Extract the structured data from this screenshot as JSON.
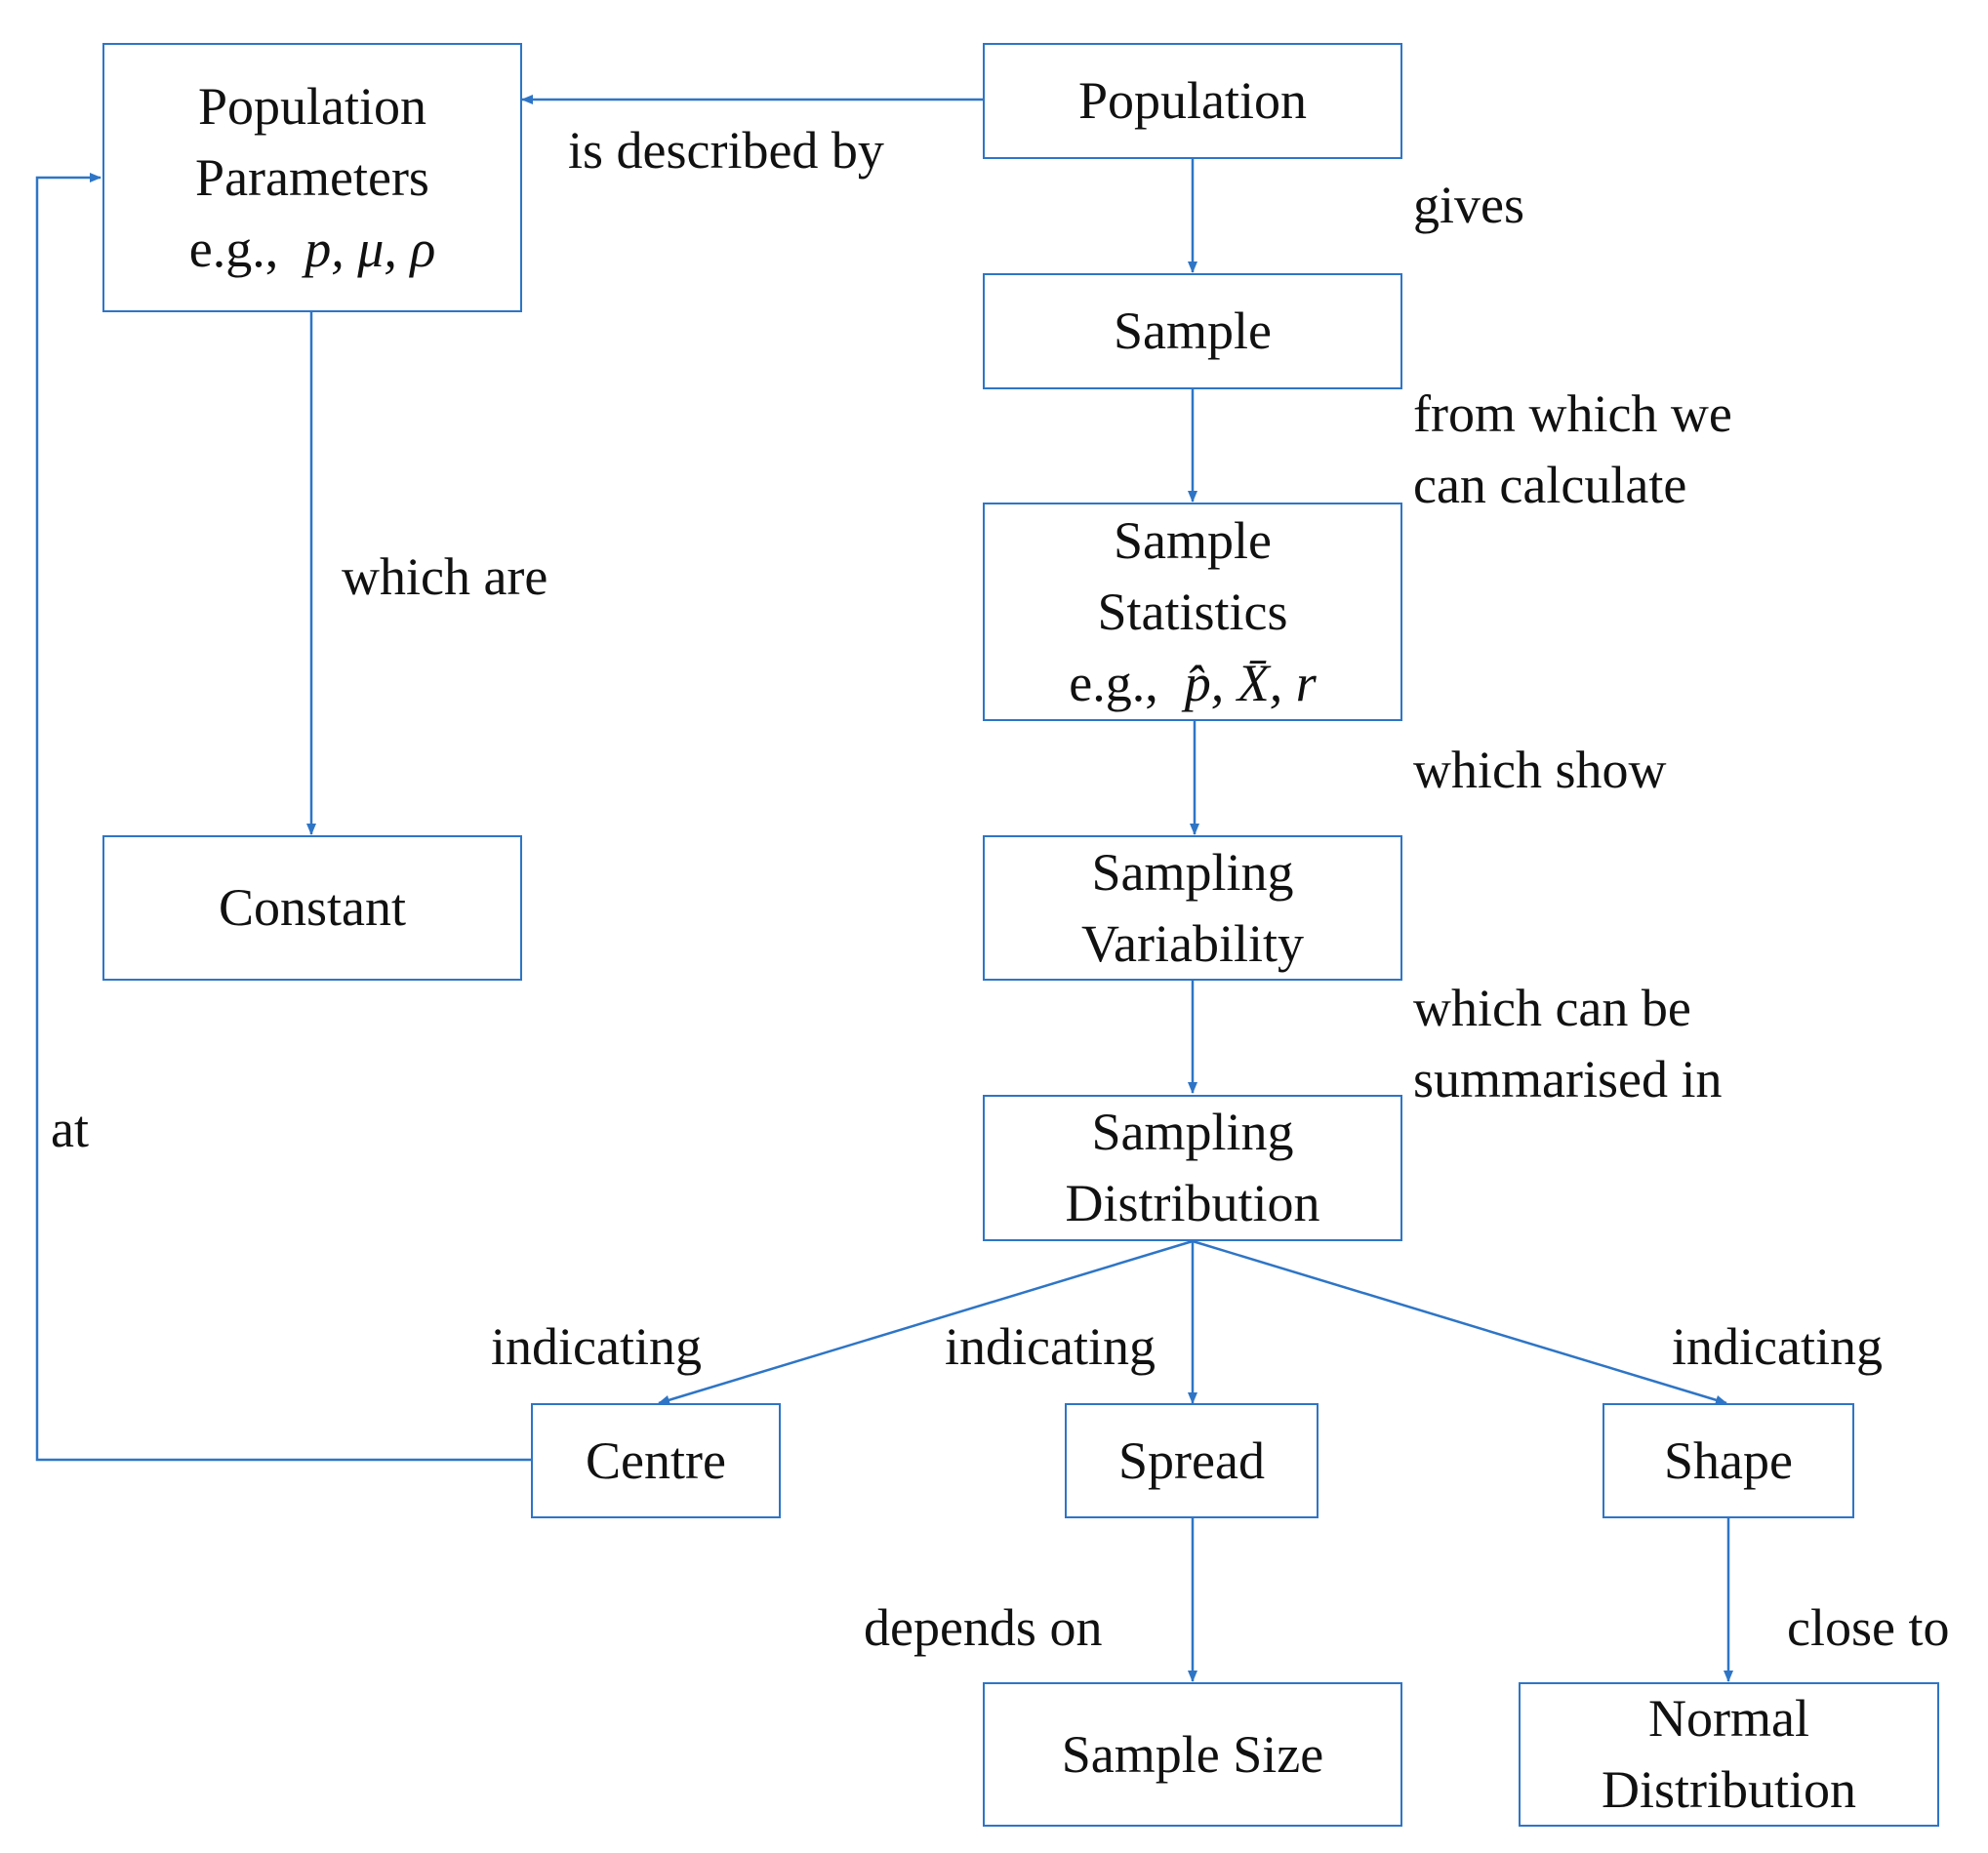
{
  "nodes": {
    "population": {
      "lines": [
        "Population"
      ]
    },
    "population_parameters": {
      "lines": [
        "Population",
        "Parameters"
      ],
      "example_prefix": "e.g.,",
      "example_symbols": "p, μ, ρ"
    },
    "sample": {
      "lines": [
        "Sample"
      ]
    },
    "sample_statistics": {
      "lines": [
        "Sample",
        "Statistics"
      ],
      "example_prefix": "e.g.,",
      "example_symbols": "p̂, X̄, r"
    },
    "sampling_variability": {
      "lines": [
        "Sampling",
        "Variability"
      ]
    },
    "sampling_distribution": {
      "lines": [
        "Sampling",
        "Distribution"
      ]
    },
    "constant": {
      "lines": [
        "Constant"
      ]
    },
    "centre": {
      "lines": [
        "Centre"
      ]
    },
    "spread": {
      "lines": [
        "Spread"
      ]
    },
    "shape": {
      "lines": [
        "Shape"
      ]
    },
    "sample_size": {
      "lines": [
        "Sample Size"
      ]
    },
    "normal_distribution": {
      "lines": [
        "Normal",
        "Distribution"
      ]
    }
  },
  "edge_labels": {
    "described_by": "is described by",
    "gives": "gives",
    "calculate": [
      "from which we",
      "can calculate"
    ],
    "show": "which show",
    "summarised": [
      "which can be",
      "summarised in"
    ],
    "which_are": "which are",
    "at": "at",
    "indicating_centre": "indicating",
    "indicating_spread": "indicating",
    "indicating_shape": "indicating",
    "depends_on": "depends on",
    "close_to": "close to"
  },
  "colors": {
    "stroke": "#2E75C6",
    "text": "#111111",
    "background": "#ffffff"
  }
}
